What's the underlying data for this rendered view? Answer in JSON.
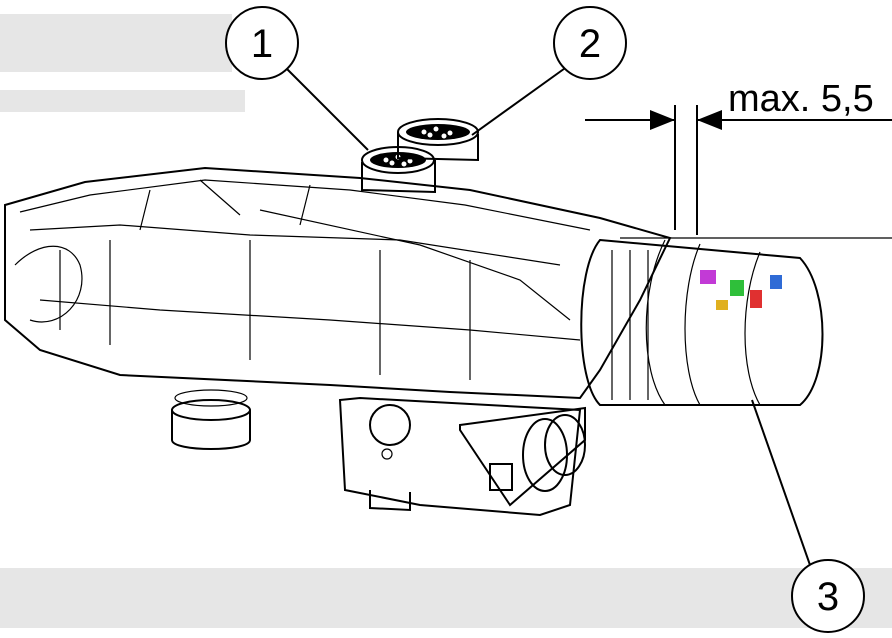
{
  "callouts": [
    {
      "label": "1",
      "target": "left-connector"
    },
    {
      "label": "2",
      "target": "right-connector"
    },
    {
      "label": "3",
      "target": "sensor-ring"
    }
  ],
  "dimension": {
    "label": "max. 5,5"
  },
  "colors": {
    "ink": "#000000",
    "band": "#e6e6e6",
    "background": "#ffffff"
  }
}
